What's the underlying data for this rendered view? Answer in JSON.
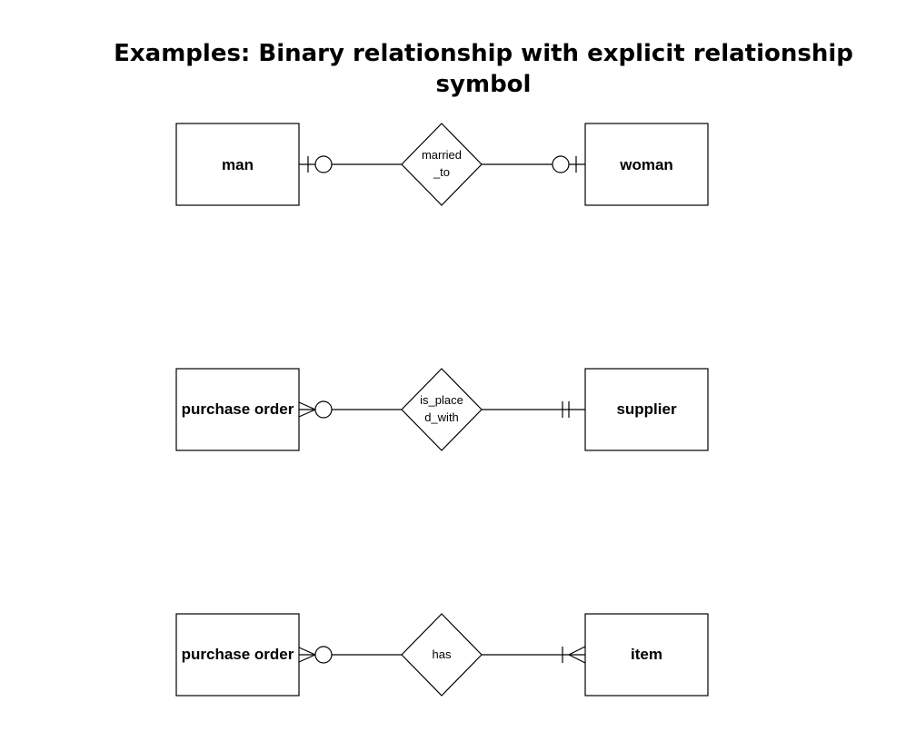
{
  "title": {
    "line1": "Examples:  Binary relationship with explicit relationship",
    "line2": "symbol"
  },
  "diagrams": [
    {
      "left_entity": "man",
      "relationship": [
        "married",
        "_to"
      ],
      "right_entity": "woman",
      "left_end": "zero-or-one",
      "right_end": "zero-or-one"
    },
    {
      "left_entity": "purchase order",
      "relationship": [
        "is_place",
        "d_with"
      ],
      "right_entity": "supplier",
      "left_end": "zero-or-many",
      "right_end": "one-and-only-one"
    },
    {
      "left_entity": "purchase order",
      "relationship": [
        "has"
      ],
      "right_entity": "item",
      "left_end": "zero-or-many",
      "right_end": "one-or-many"
    }
  ]
}
